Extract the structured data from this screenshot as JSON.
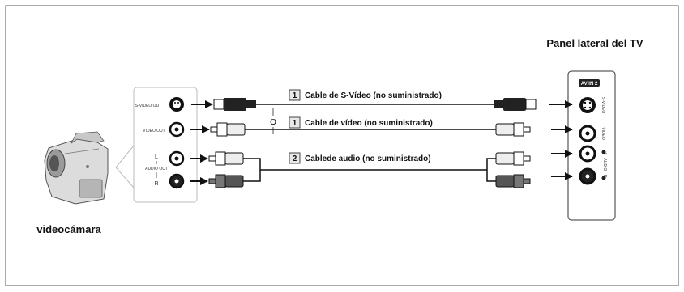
{
  "tv_panel": {
    "title": "Panel lateral del TV",
    "av_badge": "AV IN 2",
    "svideo_label": "S-VIDEO",
    "video_label": "VIDEO",
    "audio_label": "L - AUDIO - R"
  },
  "camcorder_panel": {
    "svideo_out": "S-VIDEO OUT",
    "video_out": "VIDEO OUT",
    "audio_out": "AUDIO OUT",
    "audio_l": "L",
    "audio_r": "R"
  },
  "camcorder_label": "videocámara",
  "or_label": "O",
  "cables": [
    {
      "number": "1",
      "label": "Cable de S-Vídeo (no suministrado)"
    },
    {
      "number": "1",
      "label": "Cable de vídeo (no suministrado)"
    },
    {
      "number": "2",
      "label": "Cablede audio (no suministrado)"
    }
  ],
  "colors": {
    "border": "#555555",
    "jack_dark": "#222222",
    "plug_gray": "#777777",
    "plug_light": "#eeeeee"
  }
}
